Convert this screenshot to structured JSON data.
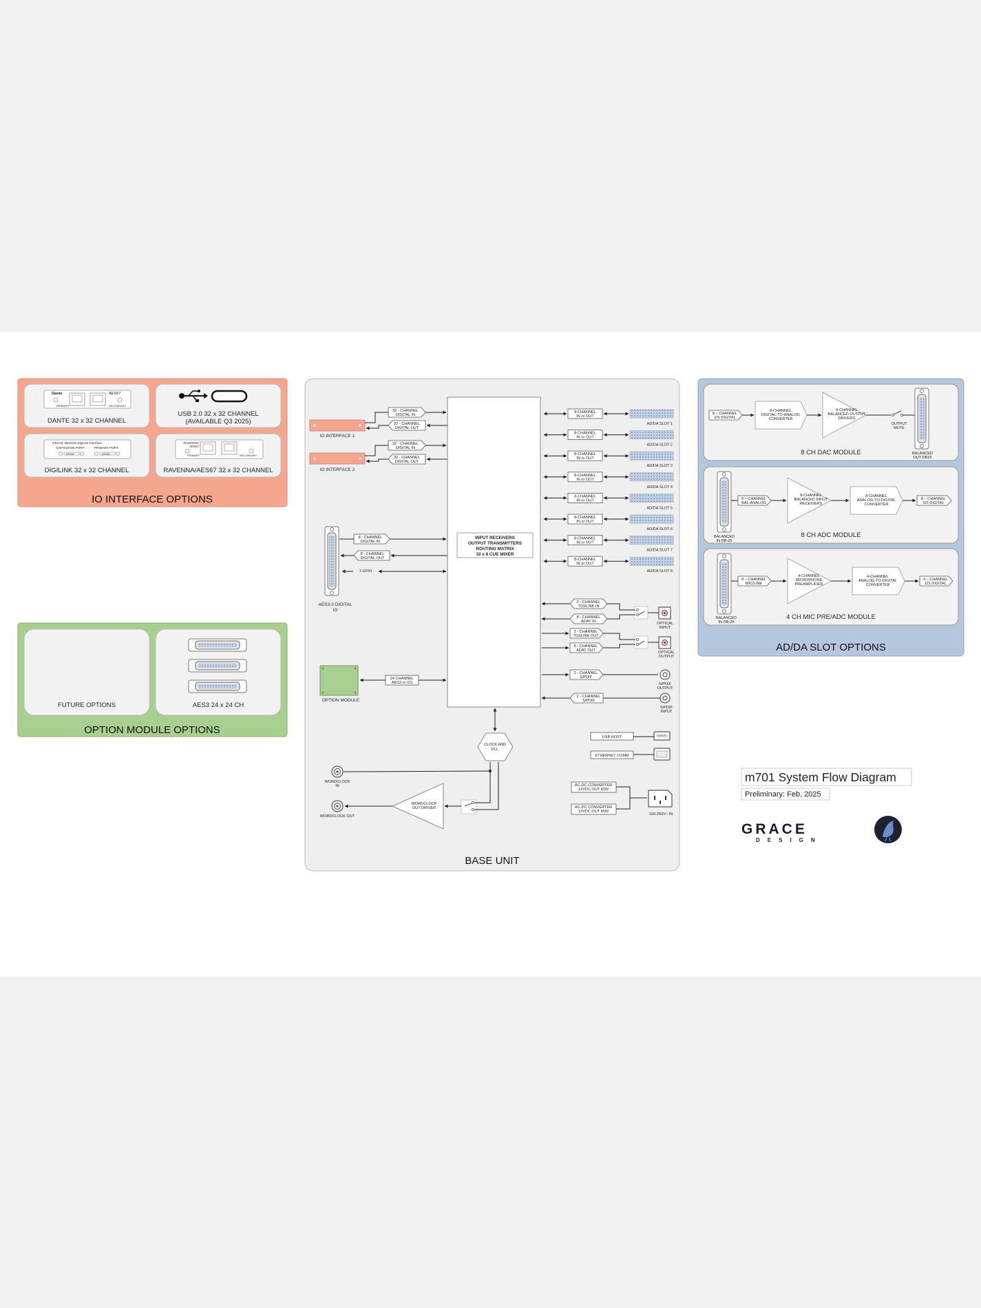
{
  "io_interface": {
    "title": "IO INTERFACE OPTIONS",
    "color": "#f5a68e",
    "cards": {
      "dante": {
        "label": "DANTE 32 x 32 CHANNEL",
        "brand": "Dante",
        "side": "AES67",
        "port_primary": "PRIMARY",
        "port_secondary": "SECONDARY"
      },
      "usb": {
        "label": "USB 2.0 32 x 32 CHANNEL",
        "label2": "(AVAILABLE Q3 2025)"
      },
      "digilink": {
        "label": "DIGILINK 32 x 32 CHANNEL",
        "header": "GRACE DESIGN    DigiLink Interface",
        "port_a": "EXPANSION PORT",
        "port_b": "PRIMARY PORT",
        "jack_a": "primary",
        "jack_b": "primary"
      },
      "ravenna": {
        "label": "RAVENNA/AES67 32 x 32 CHANNEL",
        "brand": "RAVENNA",
        "brand2": "AES67",
        "port_primary": "PRIMARY",
        "port_secondary": "SECONDARY"
      }
    }
  },
  "option_module": {
    "title": "OPTION MODULE OPTIONS",
    "color": "#a8cf90",
    "cards": {
      "future": "FUTURE OPTIONS",
      "aes3": "AES3 24 x 24 CH"
    }
  },
  "base_unit": {
    "title": "BASE UNIT",
    "io1": "IO INTERFACE 1",
    "io2": "IO INTERFACE 2",
    "io_in": [
      "32 - CHANNEL",
      "DIGITAL IN"
    ],
    "io_out": [
      "32 - CHANNEL",
      "DIGITAL OUT"
    ],
    "core": [
      "INPUT RECEIVERS",
      "OUTPUT TRANSMITTERS",
      "ROUTING MATRIX",
      "32 x 8 CUE MIXER"
    ],
    "aes_in": [
      "8 - CHANNEL",
      "DIGITAL IN"
    ],
    "aes_out": [
      "8 - CHANNEL",
      "DIGITAL OUT"
    ],
    "gpio": "1 GPIO",
    "aes_label": [
      "AES3-3 DIGITAL",
      "IO"
    ],
    "option_module": "OPTION MODULE",
    "option_link": [
      "24 CHANNEL",
      "AES3 or I2S"
    ],
    "slot_box": [
      "8-CHANNEL",
      "IN or OUT"
    ],
    "slots": [
      "AD/DA SLOT 1",
      "AD/DA SLOT 2",
      "AD/DA SLOT 3",
      "AD/DA SLOT 4",
      "AD/DA SLOT 5",
      "AD/DA SLOT 6",
      "AD/DA SLOT 7",
      "AD/DA SLOT 8"
    ],
    "toslink_in": [
      "2 - CHANNEL",
      "TOSLINK IN"
    ],
    "adat_in": [
      "8 - CHANNEL",
      "ADAT IN"
    ],
    "toslink_out": [
      "2 - CHANNEL",
      "TOSLINK OUT"
    ],
    "adat_out": [
      "8 - CHANNEL",
      "ADAT OUT"
    ],
    "optical_input": [
      "OPTICAL",
      "INPUT"
    ],
    "optical_output": [
      "OPTICAL",
      "OUTPUT"
    ],
    "spdif_out_box": [
      "2 - CHANNEL",
      "S/PDIF"
    ],
    "spdif_in_box": [
      "2 - CHANNEL",
      "S/PDIF"
    ],
    "spdif_output": [
      "S/PDIF",
      "OUTPUT"
    ],
    "spdif_input": [
      "S/PDIF",
      "INPUT"
    ],
    "clock": [
      "CLOCK AND",
      "PLL"
    ],
    "usb_host": "USB HOST",
    "ethernet": "ETHERNET COMM",
    "ac1": [
      "AC-DC CONVERTER",
      "12VDC OUT 65W"
    ],
    "ac2": [
      "AC-DC CONVERTER",
      "12VDC OUT 65W"
    ],
    "mains": "100-250V~ IN",
    "wc_in": [
      "WORDCLOCK",
      "IN"
    ],
    "wc_out": "WORDCLOCK OUT",
    "wc_driver": [
      "WORDCLOCK",
      "OUT DRIVER"
    ]
  },
  "adda": {
    "title": "AD/DA SLOT OPTIONS",
    "color": "#b6c7dd",
    "dac": {
      "title": "8 CH DAC MODULE",
      "in": [
        "8 – CHANNEL",
        "I2S DIGITAL"
      ],
      "conv": [
        "8-CHANNEL",
        "DIGITAL-TO-ANALOG",
        "CONVERTER"
      ],
      "amp": [
        "8-CHANNEL",
        "BALANCED OUTPUT",
        "DRIVERS"
      ],
      "mute": [
        "OUTPUT",
        "MUTE"
      ],
      "out": [
        "BALANCED",
        "OUT DB25"
      ]
    },
    "adc": {
      "title": "8 CH ADC MODULE",
      "in_label": [
        "BALANCED",
        "IN DB-25"
      ],
      "in": [
        "8 – CHANNEL",
        "BAL-ANALOG"
      ],
      "amp": [
        "8-CHANNEL",
        "BALANCED INPUT",
        "RECEIVERS"
      ],
      "conv": [
        "8-CHANNEL",
        "ANALOG-TO-DIGITAL",
        "CONVERTER"
      ],
      "out": [
        "8 – CHANNEL",
        "I2S DIGITAL"
      ]
    },
    "mic": {
      "title": "4 CH MIC PRE/ADC MODULE",
      "in_label": [
        "BALANCED",
        "IN DB-25"
      ],
      "in": [
        "4 – CHANNEL",
        "MIC/LINE"
      ],
      "amp": [
        "4-CHANNEL",
        "MICROPHONE",
        "PREAMPLIFIER"
      ],
      "conv": [
        "4-CHANNEL",
        "ANALOG-TO-DIGITAL",
        "CONVERTER"
      ],
      "out": [
        "4 – CHANNEL",
        "I2S DIGITAL"
      ]
    }
  },
  "title_block": {
    "title": "m701 System Flow Diagram",
    "subtitle": "Preliminary: Feb, 2025",
    "logo_top": "GRACE",
    "logo_bottom": "DESIGN"
  }
}
